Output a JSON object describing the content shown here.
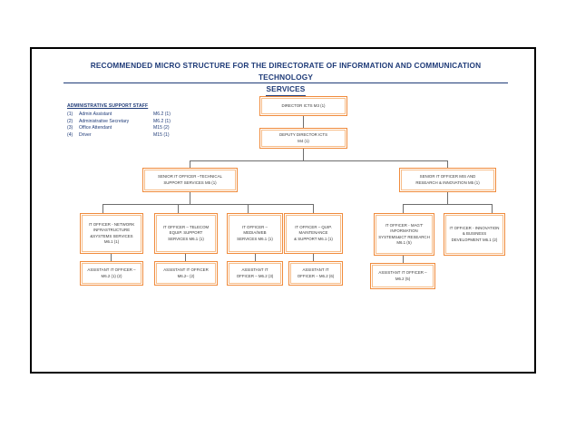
{
  "title": {
    "line1": "RECOMMENDED MICRO STRUCTURE FOR THE DIRECTORATE OF INFORMATION AND COMMUNICATION TECHNOLOGY",
    "line2": "SERVICES",
    "color": "#1F3B78"
  },
  "admin_support": {
    "heading": "ADMINISTRATIVE SUPPORT STAFF",
    "rows": [
      {
        "num": "(1)",
        "role": "Admin Assistant",
        "grade": "M6.2 (1)"
      },
      {
        "num": "(2)",
        "role": "Administrative Secretary",
        "grade": "M6.2 (1)"
      },
      {
        "num": "(3)",
        "role": "Office Attendant",
        "grade": "M15 (2)"
      },
      {
        "num": "(4)",
        "role": "Driver",
        "grade": "M15 (1)"
      }
    ]
  },
  "accent_color": "#F08B3C",
  "nodes": {
    "director": {
      "line1": "DIRECTOR ICTS M3 (1)"
    },
    "deputy_director": {
      "line1": "DEPUTY DIRECTOR ICTS",
      "line2": "M4 (1)"
    },
    "senior_tech": {
      "line1": "SENIOR IT OFFICER –TECHNICAL",
      "line2": "SUPPORT SERVICES M5 (1)"
    },
    "senior_mis": {
      "line1": "SENIOR IT OFFICER MIS AND",
      "line2": "RESEARCH & INNOVATION M5 (1)"
    },
    "network": {
      "line1": "IT OFFICER - NETWORK",
      "line2": "INFRASTRUCTURE",
      "line3": "&SYSTEMS SERVICES",
      "line4": "M6.1 (1)"
    },
    "telecom": {
      "line1": "IT OFFICER – TELECOM",
      "line2": "EQUIP. SUPPORT",
      "line3": "SERVICES M6.1 (1)"
    },
    "mediaweb": {
      "line1": "IT OFFICER –",
      "line2": "MEDIA/WEB",
      "line3": "SERVICES M6.1 (1)"
    },
    "equip_maint": {
      "line1": "IT OFFICER – QUIP.",
      "line2": "MAINTENANCE",
      "line3": "& SUPPORT M6.1 (1)"
    },
    "mis_research": {
      "line1": "IT OFFICER - MAGT'",
      "line2": "INFORMATION",
      "line3": "SYSTEMS&ICT RESEARCH",
      "line4": "M6.1 (5)"
    },
    "innovation": {
      "line1": "IT OFFICER - INNOVATION",
      "line2": "& BUSINESS",
      "line3": "DEVELOPMENT M6.1 (2)"
    },
    "asst_network": {
      "line1": "ASSISTANT IT OFFICER –",
      "line2": "M6.2 (1) (2)"
    },
    "asst_telecom": {
      "line1": "ASSISTANT IT OFFICER",
      "line2": "M6.2– (2)"
    },
    "asst_mediaweb": {
      "line1": "ASSISTANT IT",
      "line2": "OFFICER – M6.2 (3)"
    },
    "asst_equip": {
      "line1": "ASSISTANT IT",
      "line2": "OFFICER – M6.2 (6)"
    },
    "asst_mis": {
      "line1": "ASSISTANT IT OFFICER –",
      "line2": "M6.2 (5)"
    }
  }
}
